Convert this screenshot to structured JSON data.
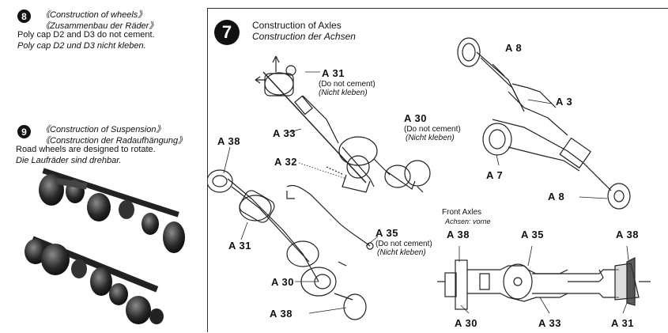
{
  "step8": {
    "number": "8",
    "title_en": "《Construction of wheels》",
    "title_de": "《Zusammenbau der Räder》",
    "note_en": "Poly cap D2 and D3 do not cement.",
    "note_de": "Poly cap D2 und D3 nicht kleben."
  },
  "step9": {
    "number": "9",
    "title_en": "《Construction of Suspension》",
    "title_de": "《Construction der Radaufhängung》",
    "note_en": "Road wheels are designed to rotate.",
    "note_de": "Die Laufräder sind drehbar."
  },
  "step7": {
    "number": "7",
    "title_en": "Construction of Axles",
    "title_de": "Construction der Achsen"
  },
  "labels": {
    "a31_top": "A 31",
    "a31_note_en": "(Do not cement)",
    "a31_note_de": "(Nicht kleben)",
    "a33_top": "A 33",
    "a30_top": "A 30",
    "a30_note_en": "(Do not cement)",
    "a30_note_de": "(Nicht kleben)",
    "a32": "A 32",
    "a38_left": "A 38",
    "a31_left": "A 31",
    "a35_mid": "A 35",
    "a35_note_en": "(Do not cement)",
    "a35_note_de": "(Nicht kleben)",
    "a30_bottom": "A 30",
    "a38_bottom": "A 38",
    "a8_top": "A 8",
    "a3": "A 3",
    "a7": "A 7",
    "a8_bottom": "A 8"
  },
  "front_axles": {
    "title_en": "Front Axles",
    "title_de": "Achsen: vorne",
    "a38_left": "A 38",
    "a35": "A 35",
    "a38_right": "A 38",
    "a30": "A 30",
    "a33": "A 33",
    "a31": "A 31"
  }
}
